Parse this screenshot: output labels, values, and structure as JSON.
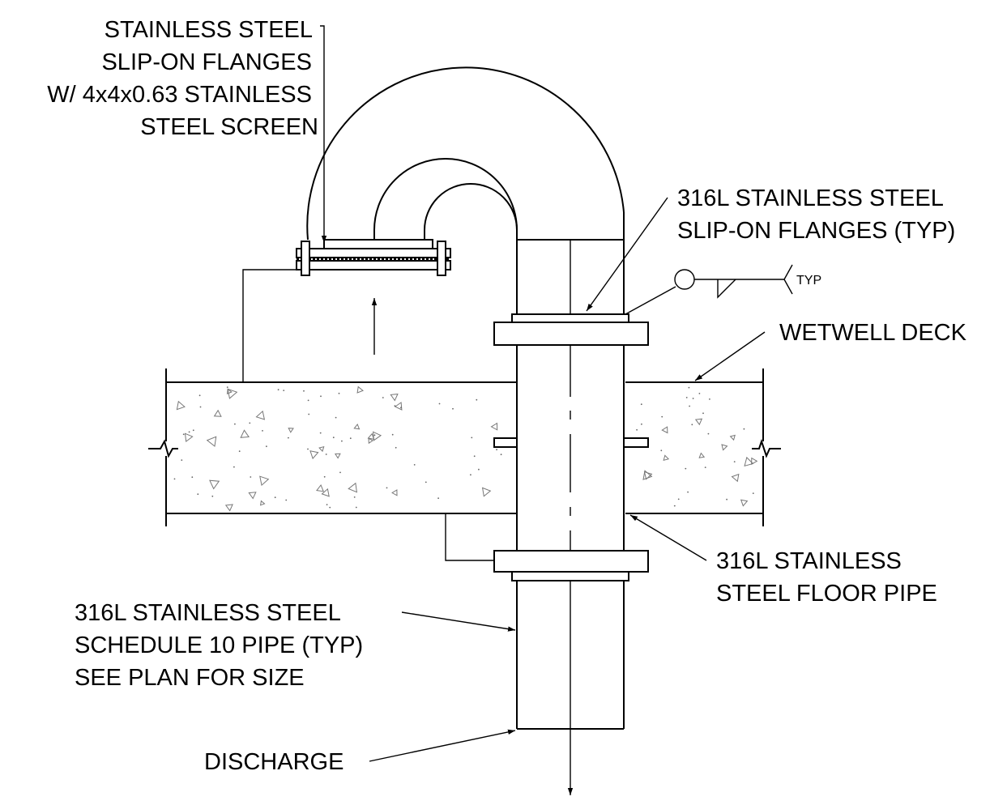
{
  "labels": {
    "screen_flanges": [
      "STAINLESS STEEL",
      "SLIP-ON FLANGES",
      "W/ 4x4x0.63 STAINLESS",
      "STEEL SCREEN"
    ],
    "slip_on_flanges": [
      "316L STAINLESS STEEL",
      "SLIP-ON FLANGES (TYP)"
    ],
    "weld_note": "TYP",
    "wetwell_deck": "WETWELL DECK",
    "floor_pipe": [
      "316L STAINLESS",
      "STEEL FLOOR PIPE"
    ],
    "schedule_pipe": [
      "316L STAINLESS STEEL",
      "SCHEDULE 10 PIPE (TYP)",
      "SEE PLAN FOR SIZE"
    ],
    "discharge": "DISCHARGE"
  },
  "colors": {
    "line": "#000000",
    "aggregate": "#777777",
    "background": "#ffffff"
  }
}
